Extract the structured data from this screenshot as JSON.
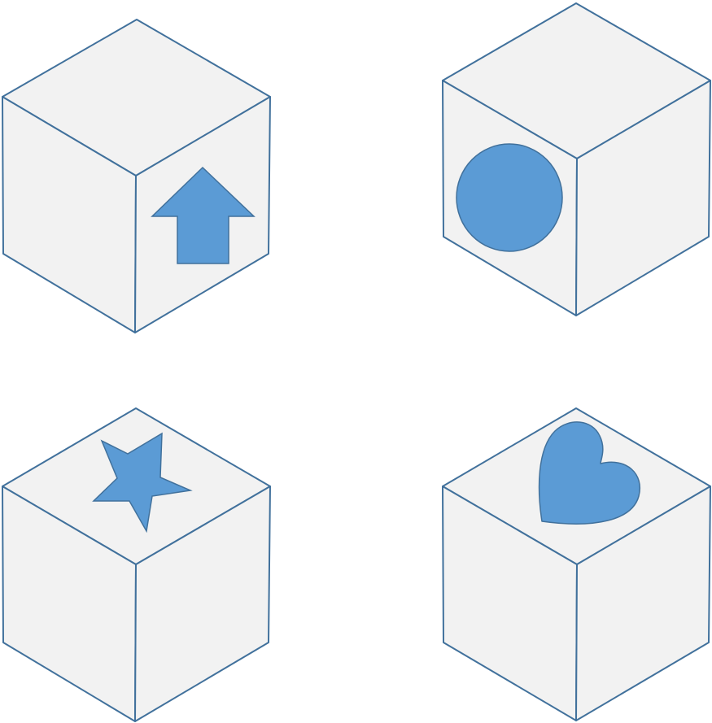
{
  "colors": {
    "background": "#ffffff",
    "face_fill": "#f2f2f2",
    "edge_stroke": "#41719c",
    "symbol_fill": "#5b9bd5",
    "symbol_stroke": "#41719c"
  },
  "cubes": [
    {
      "name": "cube-top-left",
      "symbol": "arrow-up-icon",
      "symbol_face": "right"
    },
    {
      "name": "cube-top-right",
      "symbol": "circle-icon",
      "symbol_face": "left"
    },
    {
      "name": "cube-bottom-left",
      "symbol": "star-icon",
      "symbol_face": "top"
    },
    {
      "name": "cube-bottom-right",
      "symbol": "heart-icon",
      "symbol_face": "top"
    }
  ]
}
